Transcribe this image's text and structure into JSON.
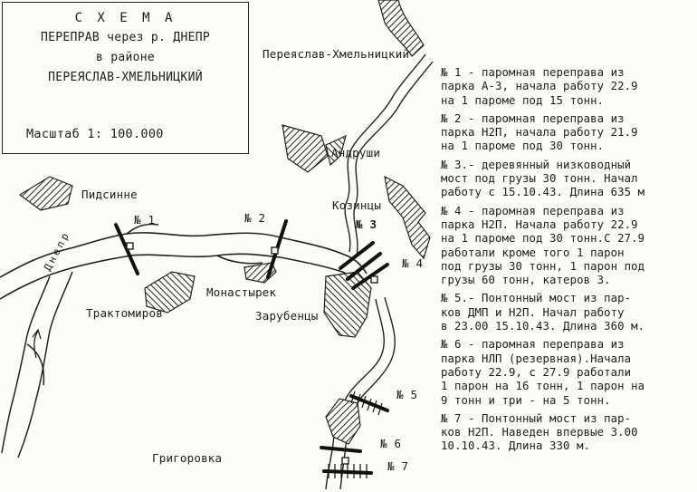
{
  "title_block": {
    "heading": "С Х Е М А",
    "line1": "ПЕРЕПРАВ через р. ДНЕПР",
    "line2": "в районе",
    "line3": "ПЕРЕЯСЛАВ-ХМЕЛЬНИЦКИЙ",
    "scale": "Масштаб 1: 100.000"
  },
  "places": {
    "pereyaslav": "Переяслав-Хмельницкий",
    "andrushi": "Андруши",
    "kozintsy": "Козинцы",
    "pidsinne": "Пидсинне",
    "trakhtomirov": "Трактомиров",
    "monastyrek": "Монастырек",
    "zarubentsy": "Зарубенцы",
    "grigorovka": "Григоровка",
    "river": "Днепр"
  },
  "crossing_labels": [
    "№ 1",
    "№ 2",
    "№ 3",
    "№ 4",
    "№ 5",
    "№ 6",
    "№ 7"
  ],
  "legend": [
    [
      "№ 1 - паромная переправа из",
      "парка А-3, начала работу 22.9",
      "на 1 пароме под 15 тонн."
    ],
    [
      "№ 2 - паромная переправа из",
      "парка Н2П, начала работу 21.9",
      "на 1 пароме под 30 тонн."
    ],
    [
      "№ 3.- деревянный низководный",
      "мост под грузы 30 тонн. Начал",
      "работу с 15.10.43. Длина 635 м"
    ],
    [
      "№ 4 - паромная переправа из",
      "парка Н2П. Начала работу 22.9",
      "на 1 пароме под 30 тонн.С 27.9",
      "работали кроме того 1 парон",
      "под грузы 30 тонн, 1 парон под",
      "грузы 60 тонн, катеров 3."
    ],
    [
      "№ 5.- Понтонный мост из пар-",
      "ков ДМП и Н2П. Начал работу",
      "в 23.00 15.10.43. Длина 360 м."
    ],
    [
      "№ 6 - паромная переправа из",
      "парка НЛП (резервная).Начала",
      "работу 22.9, с 27.9 работали",
      "1 парон на 16 тонн, 1 парон на",
      "9 тонн и три - на 5 тонн."
    ],
    [
      "№ 7 - Понтонный мост из пар-",
      "ков Н2П. Наведен впервые 3.00",
      "10.10.43. Длина 330 м."
    ]
  ]
}
